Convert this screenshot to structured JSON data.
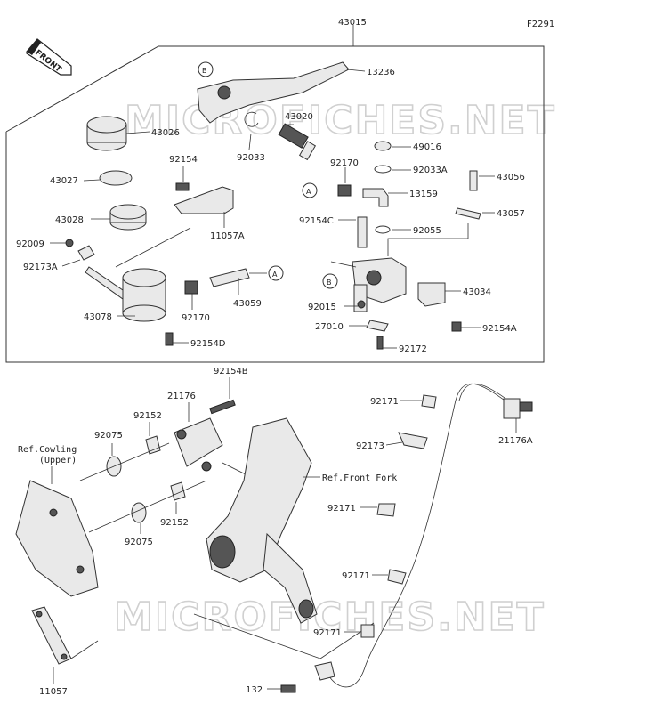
{
  "watermark": "MICROFICHES.NET",
  "figure_code": "F2291",
  "front_label": "FRONT",
  "callouts": {
    "A": "A",
    "B": "B"
  },
  "refs": {
    "cowling_line1": "Ref.Cowling",
    "cowling_line2": "(Upper)",
    "front_fork": "Ref.Front Fork"
  },
  "labels": {
    "43015": "43015",
    "13236": "13236",
    "43020": "43020",
    "43026": "43026",
    "92033": "92033",
    "49016": "49016",
    "92170_top": "92170",
    "92033A": "92033A",
    "43056": "43056",
    "92154_top": "92154",
    "43027": "43027",
    "13159": "13159",
    "43057": "43057",
    "92154C": "92154C",
    "11057A": "11057A",
    "43028": "43028",
    "92055": "92055",
    "92009": "92009",
    "92173A": "92173A",
    "43059": "43059",
    "43034": "43034",
    "92015": "92015",
    "92170_mid": "92170",
    "43078": "43078",
    "27010": "27010",
    "92154A": "92154A",
    "92154D": "92154D",
    "92172": "92172",
    "92154B": "92154B",
    "21176": "21176",
    "92171_a": "92171",
    "92152_a": "92152",
    "92075_a": "92075",
    "21176A": "21176A",
    "92173": "92173",
    "92171_b": "92171",
    "92152_b": "92152",
    "92075_b": "92075",
    "92171_c": "92171",
    "92171_d": "92171",
    "11057": "11057",
    "132": "132"
  }
}
